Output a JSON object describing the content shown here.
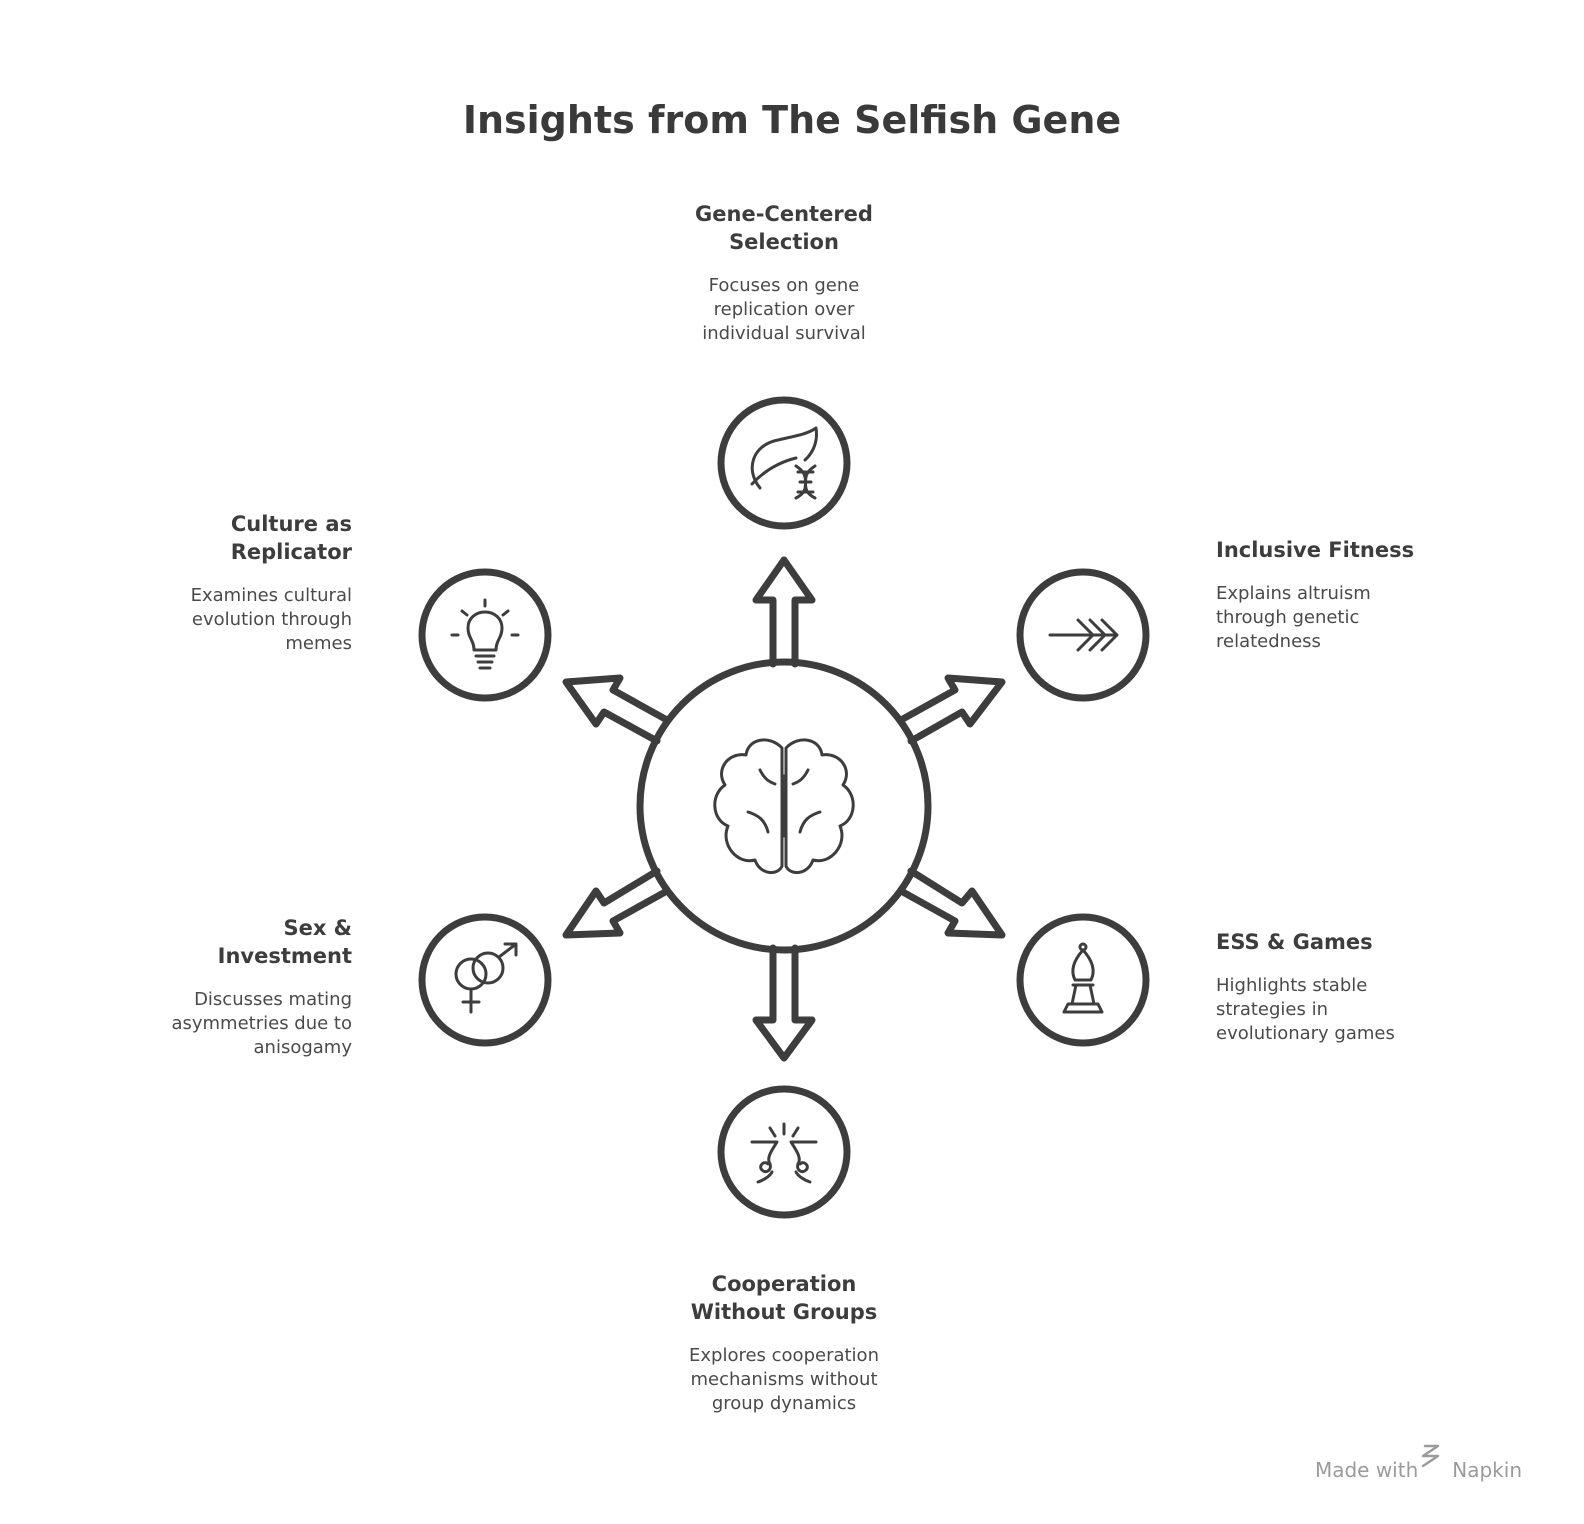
{
  "title": "Insights from The Selfish Gene",
  "center_icon": "brain-icon",
  "nodes": [
    {
      "id": "gene",
      "heading_line1": "Gene-Centered",
      "heading_line2": "Selection",
      "description_line1": "Focuses on gene",
      "description_line2": "replication over",
      "description_line3": "individual survival",
      "icon": "dna-leaf-icon"
    },
    {
      "id": "fitness",
      "heading_line1": "Inclusive Fitness",
      "heading_line2": "",
      "description_line1": "Explains altruism",
      "description_line2": "through genetic",
      "description_line3": "relatedness",
      "icon": "arrow-fletching-icon"
    },
    {
      "id": "ess",
      "heading_line1": "ESS & Games",
      "heading_line2": "",
      "description_line1": "Highlights stable",
      "description_line2": "strategies in",
      "description_line3": "evolutionary games",
      "icon": "chess-bishop-icon"
    },
    {
      "id": "coop",
      "heading_line1": "Cooperation",
      "heading_line2": "Without Groups",
      "description_line1": "Explores cooperation",
      "description_line2": "mechanisms without",
      "description_line3": "group dynamics",
      "icon": "nose-to-nose-icon"
    },
    {
      "id": "sex",
      "heading_line1": "Sex &",
      "heading_line2": "Investment",
      "description_line1": "Discusses mating",
      "description_line2": "asymmetries due to",
      "description_line3": "anisogamy",
      "icon": "gender-symbols-icon"
    },
    {
      "id": "culture",
      "heading_line1": "Culture as",
      "heading_line2": "Replicator",
      "description_line1": "Examines cultural",
      "description_line2": "evolution through",
      "description_line3": "memes",
      "icon": "lightbulb-icon"
    }
  ],
  "branding": {
    "text": "Made with",
    "brand": "Napkin",
    "icon": "napkin-logo-icon"
  },
  "colors": {
    "stroke": "#3d3d3d",
    "text": "#3d3d3d",
    "branding": "#9b9b9b",
    "background": "#ffffff"
  }
}
